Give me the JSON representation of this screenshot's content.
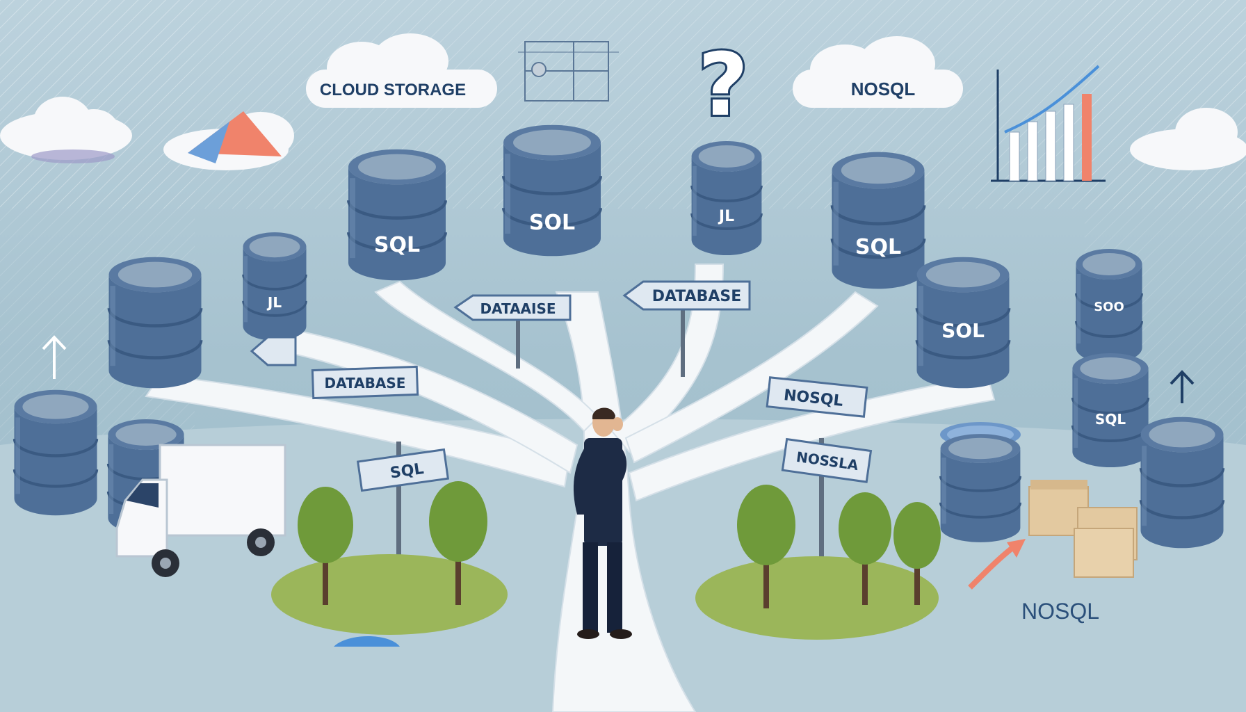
{
  "clouds": {
    "cloud_storage": "CLOUD STORAGE",
    "nosql": "NOSQL"
  },
  "question_mark": "?",
  "databases": {
    "center_top": "SOL",
    "left_top": "SQL",
    "right_top": "SQL",
    "mid_right_small": "JL",
    "left_small": "JL",
    "right_mid": "SOL",
    "right_small_far": "SOO",
    "right_cluster": "SQL"
  },
  "signs": {
    "left_upper": "DATAAISE",
    "right_upper": "DATABASE",
    "left_mid": "DATABASE",
    "left_lower": "SQL",
    "right_mid": "NOSQL",
    "right_lower": "NOSSLA"
  },
  "floating_label": "NOSQL",
  "colors": {
    "sky": "#a9c4d2",
    "db_body": "#4e6f98",
    "db_top": "#8aa1b9",
    "path": "#f4f7f9",
    "sign": "#dfe8f1",
    "grass": "#9bb65a",
    "tree": "#6f9a3a",
    "suit": "#1d2b45"
  }
}
